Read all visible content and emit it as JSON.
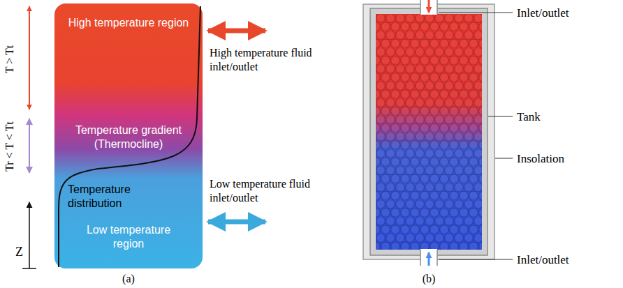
{
  "diagram": {
    "nodes": [
      {
        "text": [
          "High temperature region",
          "Temperature gradient (Thermocline)",
          "Temperature distribution",
          "Low temperature region"
        ]
      }
    ],
    "labels": [
      "T > Tt",
      "Tr < T < Tt",
      "Z",
      "High temperature fluid inlet/outlet",
      "Low temperature fluid inlet/outlet",
      "(a)",
      "Inlet/outlet",
      "Tank",
      "Insolation",
      "Inlet/outlet",
      "(b)"
    ]
  }
}
